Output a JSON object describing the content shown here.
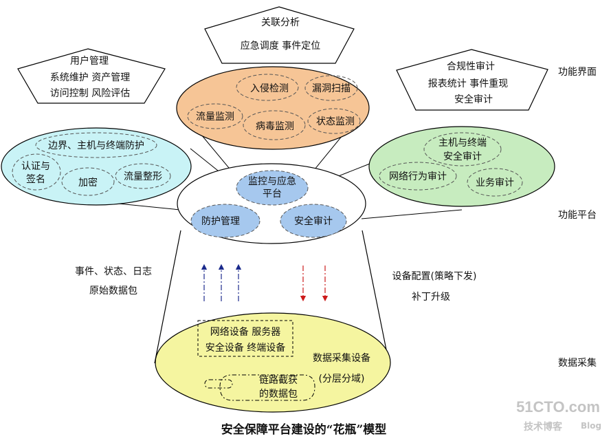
{
  "title": "安全保障平台建设的“花瓶”模型",
  "layers": {
    "interface": "功能界面",
    "platform": "功能平台",
    "collection": "数据采集"
  },
  "pentagons": {
    "left": {
      "heading": "用户管理",
      "line1": "系统维护    资产管理",
      "line2": "访问控制   风险评估"
    },
    "center": {
      "heading": "关联分析",
      "line1": "应急调度   事件定位"
    },
    "right": {
      "heading": "合规性审计",
      "line1": "报表统计     事件重现",
      "line2": "安全审计"
    }
  },
  "petals": {
    "left": {
      "top": "边界、主机与终端防护",
      "auth1": "认证与",
      "auth2": "签名",
      "encrypt": "加密",
      "traffic": "流量整形"
    },
    "center": {
      "intrusion": "入侵检测",
      "vuln": "漏洞扫描",
      "flow": "流量监测",
      "virus": "病毒监测",
      "status": "状态监测"
    },
    "right": {
      "host1": "主机与终端",
      "host2": "安全审计",
      "net": "网络行为审计",
      "biz": "业务审计"
    }
  },
  "platform": {
    "monitor1": "监控与应急",
    "monitor2": "平台",
    "protect": "防护管理",
    "audit": "安全审计"
  },
  "middle": {
    "left1": "事件、状态、日志",
    "left2": "原始数据包",
    "right1": "设备配置(策略下发)",
    "right2": "补丁升级"
  },
  "base": {
    "dev1": "网络设备  服务器",
    "dev2": "安全设备  终端设备",
    "collect1": "数据采集设备",
    "collect2": "(分层分域)",
    "link1": "链路截获",
    "link2": "的数据包"
  },
  "watermark": {
    "domain": "51CTO.com",
    "sub": "技术博客",
    "blog": "Blog"
  },
  "colors": {
    "cyan": "#c9f3f6",
    "orange": "#f6c596",
    "green": "#c7ecbf",
    "yellow": "#f5f5a0",
    "blue": "#a6c8ee",
    "up_arrow": "#1b2a8c",
    "down_arrow": "#cc1a1a"
  }
}
